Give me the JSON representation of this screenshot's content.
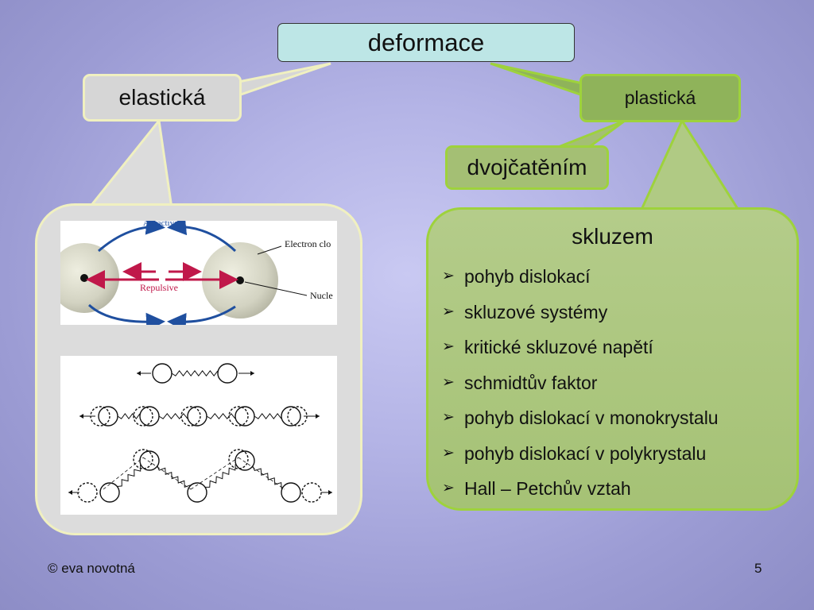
{
  "slide": {
    "title": "deformace",
    "elastic": "elastická",
    "plastic": "plastická",
    "twinning": "dvojčatěním",
    "slip": {
      "title": "skluzem",
      "bullet_glyph": "➢",
      "items": [
        "pohyb dislokací",
        "skluzové systémy",
        "kritické skluzové napětí",
        "schmidtův faktor",
        "pohyb dislokací v monokrystalu",
        "pohyb dislokací v polykrystalu",
        "Hall – Petchův vztah"
      ]
    },
    "atom_figure": {
      "attractive": "Attractive",
      "repulsive": "Repulsive",
      "electron_cloud": "Electron clo",
      "nucleus": "Nucle"
    },
    "footer_author": "© eva novotná",
    "page_number": "5"
  },
  "colors": {
    "title_fill": "#bde6e6",
    "elastic_fill": "#d6d6d6",
    "plastic_fill": "#8fb35a",
    "green_border": "#9ed23c",
    "cream_border": "#f0f0c0",
    "attract_arrow": "#1f4f9f",
    "repulse_arrow": "#c0184a"
  }
}
